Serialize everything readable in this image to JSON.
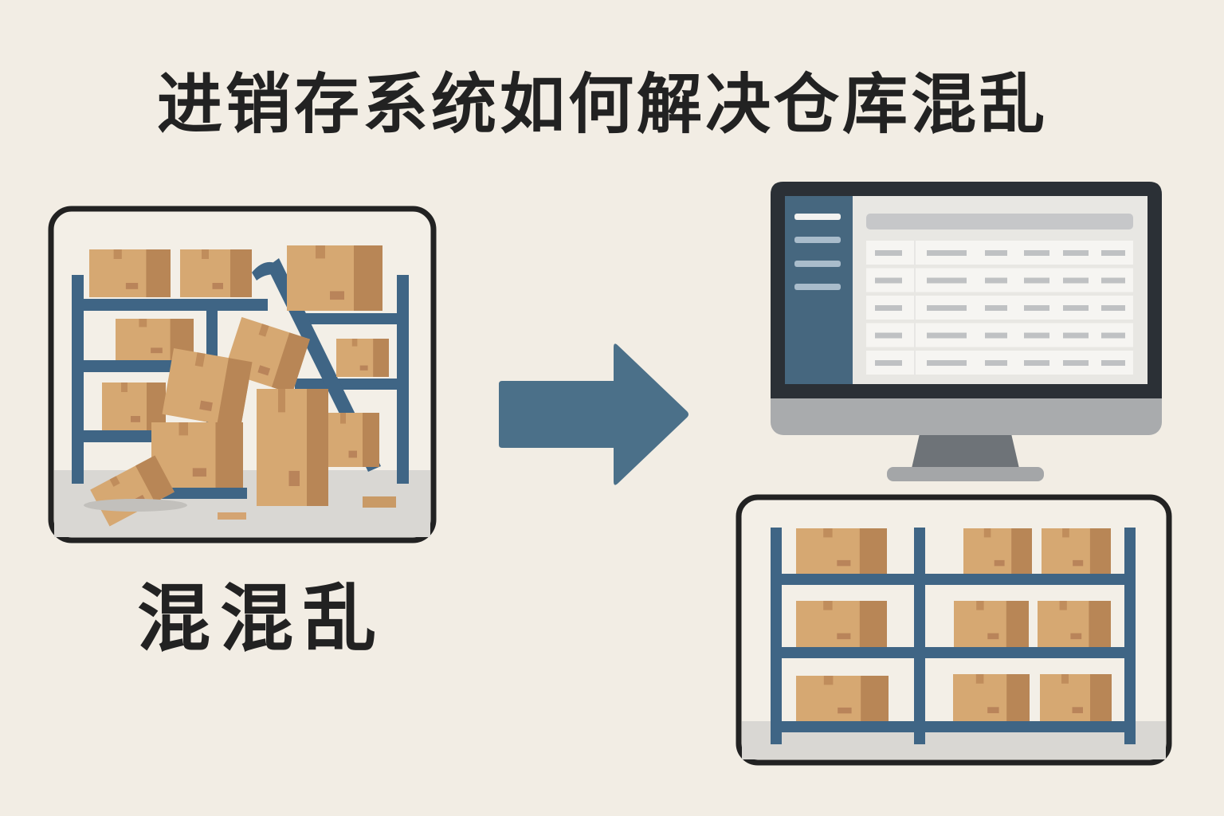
{
  "title": "进销存系统如何解决仓库混乱",
  "before_label": "混混乱",
  "colors": {
    "background": "#f2ede4",
    "shelf": "#3f6585",
    "arrow": "#4b7089",
    "box": "#d6a872",
    "box_side": "#b88656",
    "monitor_frame": "#2b3036",
    "monitor_sidebar": "#46677f"
  },
  "icons": [
    "messy-warehouse-illustration",
    "right-arrow-icon",
    "computer-monitor-icon",
    "organized-warehouse-illustration"
  ]
}
